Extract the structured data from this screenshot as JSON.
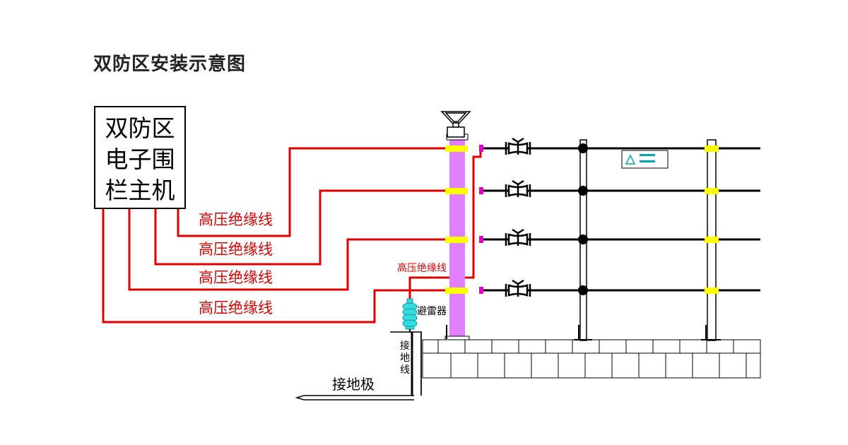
{
  "title": "双防区安装示意图",
  "host": {
    "lines": [
      "双防区",
      "电子围",
      "栏主机"
    ]
  },
  "wires": [
    {
      "label": "高压绝缘线"
    },
    {
      "label": "高压绝缘线"
    },
    {
      "label": "高压绝缘线"
    },
    {
      "label": "高压绝缘线"
    }
  ],
  "arrester_wire_label": "高压绝缘线",
  "arrester_label": "避雷器",
  "ground_wire_label": "接\n地\n线",
  "ground_rod_label": "接地极",
  "colors": {
    "wire": "#e00000",
    "post": "#e080ff",
    "insulator": "#ffff00",
    "fence_wire": "#000000",
    "arrester": "#33dddd",
    "sign": "#00aaaa"
  }
}
